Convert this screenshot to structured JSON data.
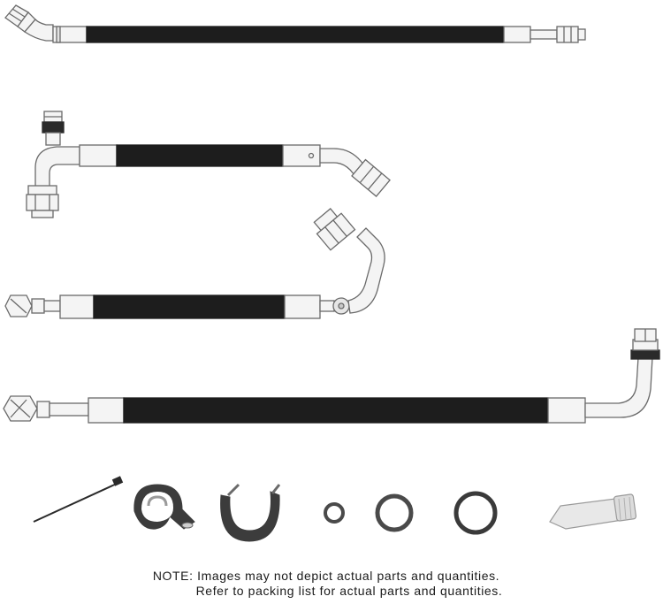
{
  "note": {
    "line1": "NOTE: Images may not depict actual parts and quantities.",
    "line2": "Refer to packing list for actual parts and quantities."
  },
  "colors": {
    "hose": "#1d1d1d",
    "metal": "#f4f4f4",
    "outline": "#6a6a6a",
    "grommet": "#3c3c3c",
    "tube_cap": "#dcdcdc"
  },
  "parts": [
    "hose-assembly-1",
    "hose-assembly-2",
    "hose-assembly-3",
    "hose-assembly-4",
    "cable-tie",
    "cushioned-clamp-1",
    "cushioned-clamp-2",
    "o-ring-small",
    "o-ring-medium",
    "o-ring-large",
    "lubricant-tube"
  ]
}
